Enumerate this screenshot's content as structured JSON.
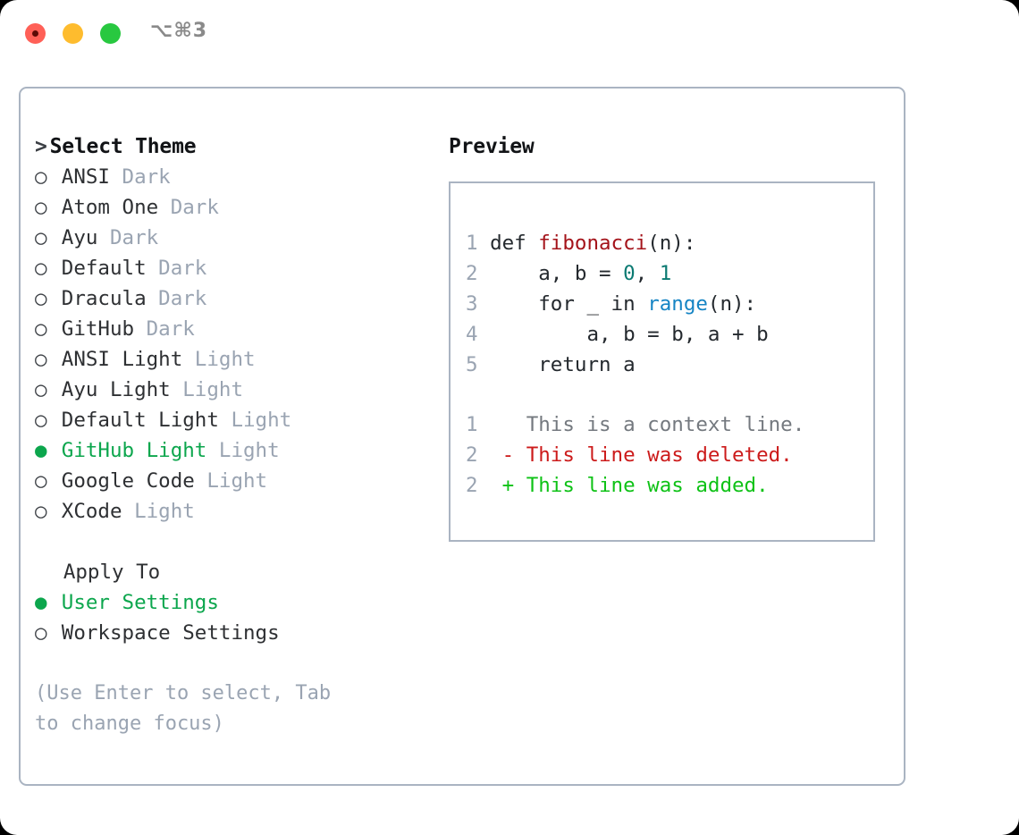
{
  "window": {
    "shortcut": "⌥⌘3",
    "traffic_lights": [
      {
        "name": "close",
        "color": "#ff6057"
      },
      {
        "name": "minimize",
        "color": "#febc2e"
      },
      {
        "name": "maximize",
        "color": "#28c840"
      }
    ]
  },
  "theme_picker": {
    "heading": "Select Theme",
    "heading_prefix": "> ",
    "bullet_selected": "●",
    "bullet_unselected": "○",
    "accent_color": "#0ca64d",
    "items": [
      {
        "name": "ANSI",
        "kind": "Dark",
        "selected": false
      },
      {
        "name": "Atom One",
        "kind": "Dark",
        "selected": false
      },
      {
        "name": "Ayu",
        "kind": "Dark",
        "selected": false
      },
      {
        "name": "Default",
        "kind": "Dark",
        "selected": false
      },
      {
        "name": "Dracula",
        "kind": "Dark",
        "selected": false
      },
      {
        "name": "GitHub",
        "kind": "Dark",
        "selected": false
      },
      {
        "name": "ANSI Light",
        "kind": "Light",
        "selected": false
      },
      {
        "name": "Ayu Light",
        "kind": "Light",
        "selected": false
      },
      {
        "name": "Default Light",
        "kind": "Light",
        "selected": false
      },
      {
        "name": "GitHub Light",
        "kind": "Light",
        "selected": true
      },
      {
        "name": "Google Code",
        "kind": "Light",
        "selected": false
      },
      {
        "name": "XCode",
        "kind": "Light",
        "selected": false
      }
    ]
  },
  "apply_to": {
    "label": "Apply To",
    "options": [
      {
        "name": "User Settings",
        "selected": true
      },
      {
        "name": "Workspace Settings",
        "selected": false
      }
    ]
  },
  "hint": "(Use Enter to select, Tab to change focus)",
  "preview": {
    "title": "Preview",
    "code_lines": [
      {
        "n": "1",
        "tokens": [
          {
            "t": "def ",
            "c": "plain"
          },
          {
            "t": "fibonacci",
            "c": "fn"
          },
          {
            "t": "(n):",
            "c": "plain"
          }
        ]
      },
      {
        "n": "2",
        "tokens": [
          {
            "t": "    a, b = ",
            "c": "plain"
          },
          {
            "t": "0",
            "c": "num"
          },
          {
            "t": ", ",
            "c": "plain"
          },
          {
            "t": "1",
            "c": "num"
          }
        ]
      },
      {
        "n": "3",
        "tokens": [
          {
            "t": "    for _ in ",
            "c": "plain"
          },
          {
            "t": "range",
            "c": "call"
          },
          {
            "t": "(n):",
            "c": "plain"
          }
        ]
      },
      {
        "n": "4",
        "tokens": [
          {
            "t": "        a, b = b, a + b",
            "c": "plain"
          }
        ]
      },
      {
        "n": "5",
        "tokens": [
          {
            "t": "    return a",
            "c": "plain"
          }
        ]
      }
    ],
    "diff_lines": [
      {
        "n": "1",
        "sign": " ",
        "text": "This is a context line.",
        "kind": "ctx"
      },
      {
        "n": "2",
        "sign": "-",
        "text": "This line was deleted.",
        "kind": "del"
      },
      {
        "n": "2",
        "sign": "+",
        "text": "This line was added.",
        "kind": "add"
      }
    ],
    "colors": {
      "function": "#a4131a",
      "number": "#0b7a72",
      "builtin": "#1584c4",
      "diff_context": "#74797f",
      "diff_deleted": "#cc1b1b",
      "diff_added": "#0ec216",
      "line_number": "#9aa4b2"
    }
  }
}
